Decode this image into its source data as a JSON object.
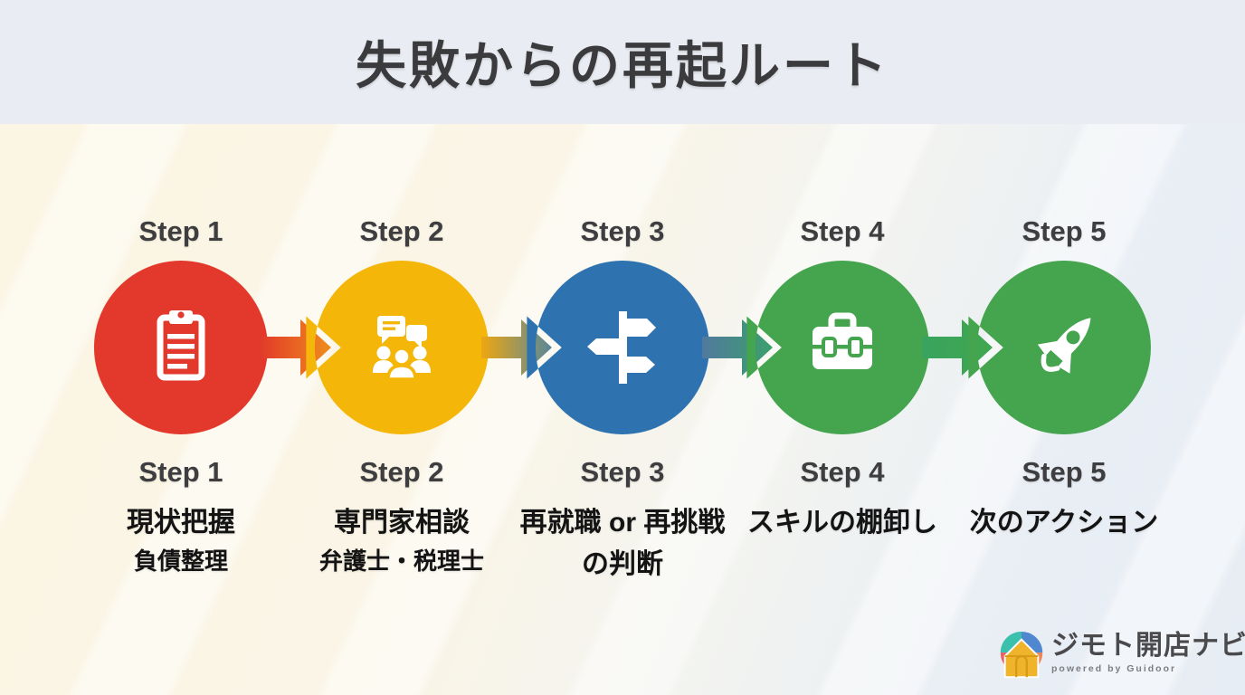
{
  "title": "失敗からの再起ルート",
  "steps": [
    {
      "top_label": "Step 1",
      "bottom_label": "Step 1",
      "label": "現状把握",
      "label_line2": "",
      "sublabel": "負債整理",
      "color": "#e2392c",
      "icon": "clipboard-icon"
    },
    {
      "top_label": "Step 2",
      "bottom_label": "Step 2",
      "label": "専門家相談",
      "label_line2": "",
      "sublabel": "弁護士・税理士",
      "color": "#f5b60a",
      "icon": "consultation-icon"
    },
    {
      "top_label": "Step 3",
      "bottom_label": "Step 3",
      "label": "再就職 or 再挑戦",
      "label_line2": "の判断",
      "sublabel": "",
      "color": "#2e73b0",
      "icon": "signpost-icon"
    },
    {
      "top_label": "Step 4",
      "bottom_label": "Step 4",
      "label": "スキルの棚卸し",
      "label_line2": "",
      "sublabel": "",
      "color": "#45a54e",
      "icon": "toolbox-icon"
    },
    {
      "top_label": "Step 5",
      "bottom_label": "Step 5",
      "label": "次のアクション",
      "label_line2": "",
      "sublabel": "",
      "color": "#45a54e",
      "icon": "rocket-icon"
    }
  ],
  "arrows": [
    {
      "from": "#e23a2a",
      "to": "#ef8d1c"
    },
    {
      "from": "#eda711",
      "to": "#58879b"
    },
    {
      "from": "#51799f",
      "to": "#3ba06b"
    },
    {
      "from": "#38a45e",
      "to": "#41a64f"
    }
  ],
  "footer": {
    "brand": "ジモト開店ナビ",
    "powered_by": "powered by Guidoor",
    "logo_colors": {
      "teal": "#3cc0ae",
      "blue": "#5088d0",
      "red": "#e85f66",
      "orange": "#ee8355",
      "house": "#f0b42c",
      "house_line": "#d89a16"
    }
  },
  "theme": {
    "header_bg": "#e9edf3",
    "title_color": "#3b3b3d",
    "step_label_color": "#3e3e40",
    "text_color": "#141414",
    "bg_warm": "#fbf5e3",
    "bg_cool": "#e8edf4"
  }
}
